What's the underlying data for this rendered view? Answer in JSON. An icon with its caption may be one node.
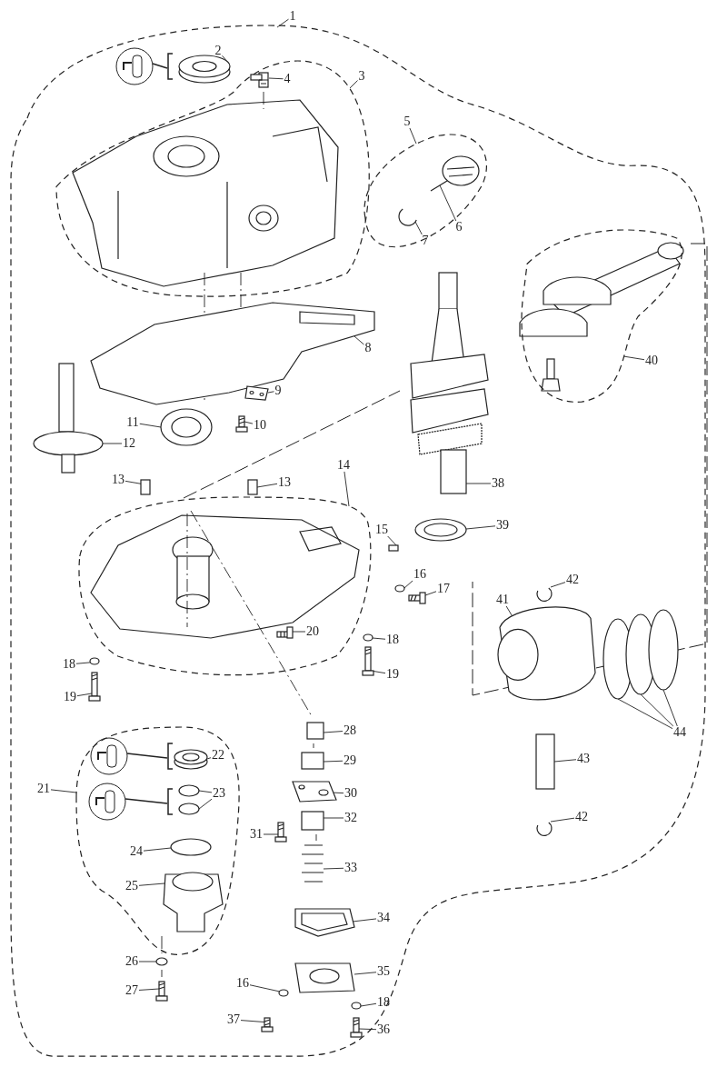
{
  "diagram": {
    "nodes": [
      {
        "text": [],
        "shape": "outline"
      },
      {
        "text": [],
        "shape": "outline",
        "in": 0
      },
      {
        "text": [],
        "shape": "outline",
        "in": 0
      },
      {
        "text": [],
        "shape": "outline",
        "in": 0
      },
      {
        "text": [],
        "shape": "outline",
        "in": 0
      },
      {
        "text": [],
        "shape": "outline",
        "in": 0
      },
      {
        "text": [
          "1"
        ]
      },
      {
        "text": [
          "2"
        ],
        "in": 0
      },
      {
        "text": [
          "4"
        ],
        "in": 1
      },
      {
        "text": [
          "3"
        ],
        "in": 0
      },
      {
        "text": [
          "5"
        ],
        "in": 0
      },
      {
        "text": [
          "6"
        ],
        "in": 2
      },
      {
        "text": [
          "7"
        ],
        "in": 2
      },
      {
        "text": [
          "8"
        ],
        "in": 0
      },
      {
        "text": [
          "9"
        ],
        "in": 0
      },
      {
        "text": [
          "10"
        ],
        "in": 0
      },
      {
        "text": [
          "11"
        ],
        "in": 0
      },
      {
        "text": [
          "12"
        ],
        "in": 0
      },
      {
        "text": [
          "13"
        ],
        "in": 0
      },
      {
        "text": [
          "13"
        ],
        "in": 0
      },
      {
        "text": [
          "14"
        ],
        "in": 0
      },
      {
        "text": [
          "38"
        ],
        "in": 0
      },
      {
        "text": [
          "40"
        ],
        "in": 0
      },
      {
        "text": [
          "15"
        ],
        "in": 0
      },
      {
        "text": [
          "39"
        ],
        "in": 0
      },
      {
        "text": [
          "16"
        ],
        "in": 0
      },
      {
        "text": [
          "17"
        ],
        "in": 0
      },
      {
        "text": [
          "42"
        ],
        "in": 0
      },
      {
        "text": [
          "41"
        ],
        "in": 0
      },
      {
        "text": [
          "18"
        ],
        "in": 0
      },
      {
        "text": [
          "20"
        ],
        "in": 4
      },
      {
        "text": [
          "18"
        ],
        "in": 0
      },
      {
        "text": [
          "19"
        ],
        "in": 0
      },
      {
        "text": [
          "19"
        ],
        "in": 0
      },
      {
        "text": [
          "44"
        ],
        "in": 0
      },
      {
        "text": [
          "28"
        ],
        "in": 0
      },
      {
        "text": [
          "29"
        ],
        "in": 0
      },
      {
        "text": [
          "22"
        ],
        "in": 5
      },
      {
        "text": [
          "21"
        ],
        "in": 0
      },
      {
        "text": [
          "23"
        ],
        "in": 5
      },
      {
        "text": [
          "30"
        ],
        "in": 0
      },
      {
        "text": [
          "43"
        ],
        "in": 0
      },
      {
        "text": [
          "31"
        ],
        "in": 0
      },
      {
        "text": [
          "32"
        ],
        "in": 0
      },
      {
        "text": [
          "24"
        ],
        "in": 5
      },
      {
        "text": [
          "33"
        ],
        "in": 0
      },
      {
        "text": [
          "42"
        ],
        "in": 0
      },
      {
        "text": [
          "25"
        ],
        "in": 5
      },
      {
        "text": [
          "34"
        ],
        "in": 0
      },
      {
        "text": [
          "26"
        ],
        "in": 0
      },
      {
        "text": [
          "35"
        ],
        "in": 0
      },
      {
        "text": [
          "27"
        ],
        "in": 0
      },
      {
        "text": [
          "16"
        ],
        "in": 0
      },
      {
        "text": [
          "18"
        ],
        "in": 0
      },
      {
        "text": [
          "37"
        ],
        "in": 0
      },
      {
        "text": [
          "36"
        ],
        "in": 0
      },
      {
        "text": [],
        "shape": "picture",
        "in": 0
      },
      {
        "text": [],
        "shape": "picture",
        "in": 1
      },
      {
        "text": [],
        "shape": "picture",
        "in": 2
      },
      {
        "text": [],
        "shape": "circle",
        "in": 2
      },
      {
        "text": [],
        "shape": "picture",
        "in": 0
      },
      {
        "text": [],
        "shape": "picture",
        "in": 0
      },
      {
        "text": [],
        "shape": "picture",
        "in": 0
      },
      {
        "text": [],
        "shape": "picture",
        "in": 0
      },
      {
        "text": [],
        "shape": "picture",
        "in": 0
      },
      {
        "text": [],
        "shape": "box",
        "in": 0
      },
      {
        "text": [],
        "shape": "box",
        "in": 0
      },
      {
        "text": [],
        "shape": "picture",
        "in": 0
      },
      {
        "text": [],
        "shape": "box",
        "in": 0
      },
      {
        "text": [],
        "shape": "picture",
        "in": 0
      },
      {
        "text": [],
        "shape": "circle",
        "in": 0
      },
      {
        "text": [],
        "shape": "picture",
        "in": 0
      },
      {
        "text": [],
        "shape": "circle",
        "in": 0
      },
      {
        "text": [],
        "shape": "picture",
        "in": 0
      },
      {
        "text": [],
        "shape": "circle",
        "in": 0
      },
      {
        "text": [],
        "shape": "picture",
        "in": 4
      },
      {
        "text": [],
        "shape": "circle",
        "in": 0
      },
      {
        "text": [],
        "shape": "picture",
        "in": 0
      },
      {
        "text": [],
        "shape": "picture",
        "in": 0
      },
      {
        "text": [],
        "shape": "circle",
        "in": 0
      },
      {
        "text": [],
        "shape": "circle",
        "in": 0
      },
      {
        "text": [],
        "shape": "circle",
        "in": 0
      },
      {
        "text": [],
        "shape": "box",
        "in": 0
      },
      {
        "text": [],
        "shape": "box",
        "in": 0
      },
      {
        "text": [],
        "shape": "picture",
        "in": 5
      },
      {
        "text": [],
        "shape": "circle",
        "in": 5
      },
      {
        "text": [],
        "shape": "circle",
        "in": 5
      },
      {
        "text": [],
        "shape": "picture",
        "in": 0
      },
      {
        "text": [],
        "shape": "box",
        "in": 0
      },
      {
        "text": [],
        "shape": "picture",
        "in": 0
      },
      {
        "text": [],
        "shape": "box",
        "in": 0
      },
      {
        "text": [],
        "shape": "circle",
        "in": 5
      },
      {
        "text": [],
        "shape": "picture",
        "in": 0
      },
      {
        "text": [],
        "shape": "circle",
        "in": 0
      },
      {
        "text": [],
        "shape": "picture",
        "in": 5
      },
      {
        "text": [],
        "shape": "picture",
        "in": 0
      },
      {
        "text": [],
        "shape": "circle",
        "in": 0
      },
      {
        "text": [],
        "shape": "picture",
        "in": 0
      },
      {
        "text": [],
        "shape": "picture",
        "in": 0
      },
      {
        "text": [],
        "shape": "circle",
        "in": 0
      },
      {
        "text": [],
        "shape": "circle",
        "in": 0
      },
      {
        "text": [],
        "shape": "picture",
        "in": 0
      },
      {
        "text": [],
        "shape": "picture",
        "in": 0
      }
    ],
    "edges": [
      {
        "from": 6,
        "to": 0,
        "arrow": "none"
      },
      {
        "from": 7,
        "to": 56,
        "arrow": "none"
      },
      {
        "from": 8,
        "to": 57,
        "arrow": "none"
      },
      {
        "from": 9,
        "to": 1,
        "arrow": "none"
      },
      {
        "from": 10,
        "to": 2,
        "arrow": "none"
      },
      {
        "from": 11,
        "to": 58,
        "arrow": "none"
      },
      {
        "from": 12,
        "to": 59,
        "arrow": "none"
      },
      {
        "from": 13,
        "to": 60,
        "arrow": "none"
      },
      {
        "from": 14,
        "to": 61,
        "arrow": "none"
      },
      {
        "from": 15,
        "to": 62,
        "arrow": "none"
      },
      {
        "from": 16,
        "to": 63,
        "arrow": "none"
      },
      {
        "from": 17,
        "to": 64,
        "arrow": "none"
      },
      {
        "from": 18,
        "to": 65,
        "arrow": "none"
      },
      {
        "from": 19,
        "to": 66,
        "arrow": "none"
      },
      {
        "from": 20,
        "to": 4,
        "arrow": "none"
      },
      {
        "from": 21,
        "to": 67,
        "arrow": "none"
      },
      {
        "from": 22,
        "to": 3,
        "arrow": "none"
      },
      {
        "from": 23,
        "to": 68,
        "arrow": "none"
      },
      {
        "from": 24,
        "to": 69,
        "arrow": "none"
      },
      {
        "from": 25,
        "to": 70,
        "arrow": "none"
      },
      {
        "from": 26,
        "to": 71,
        "arrow": "none"
      },
      {
        "from": 27,
        "to": 72,
        "arrow": "none"
      },
      {
        "from": 28,
        "to": 73,
        "arrow": "none"
      },
      {
        "from": 29,
        "to": 74,
        "arrow": "none"
      },
      {
        "from": 30,
        "to": 75,
        "arrow": "none"
      },
      {
        "from": 31,
        "to": 76,
        "arrow": "none"
      },
      {
        "from": 32,
        "to": 77,
        "arrow": "none"
      },
      {
        "from": 33,
        "to": 78,
        "arrow": "none"
      },
      {
        "from": 34,
        "to": 79,
        "arrow": "none"
      },
      {
        "from": 34,
        "to": 80,
        "arrow": "none"
      },
      {
        "from": 34,
        "to": 81,
        "arrow": "none"
      },
      {
        "from": 35,
        "to": 82,
        "arrow": "none"
      },
      {
        "from": 36,
        "to": 83,
        "arrow": "none"
      },
      {
        "from": 37,
        "to": 84,
        "arrow": "none"
      },
      {
        "from": 38,
        "to": 5,
        "arrow": "none"
      },
      {
        "from": 39,
        "to": 85,
        "arrow": "none"
      },
      {
        "from": 39,
        "to": 86,
        "arrow": "none"
      },
      {
        "from": 40,
        "to": 87,
        "arrow": "none"
      },
      {
        "from": 41,
        "to": 88,
        "arrow": "none"
      },
      {
        "from": 42,
        "to": 89,
        "arrow": "none"
      },
      {
        "from": 43,
        "to": 90,
        "arrow": "none"
      },
      {
        "from": 44,
        "to": 91,
        "arrow": "none"
      },
      {
        "from": 45,
        "to": 92,
        "arrow": "none"
      },
      {
        "from": 46,
        "to": 93,
        "arrow": "none"
      },
      {
        "from": 47,
        "to": 94,
        "arrow": "none"
      },
      {
        "from": 48,
        "to": 95,
        "arrow": "none"
      },
      {
        "from": 49,
        "to": 96,
        "arrow": "none"
      },
      {
        "from": 50,
        "to": 97,
        "arrow": "none"
      },
      {
        "from": 51,
        "to": 98,
        "arrow": "none"
      },
      {
        "from": 52,
        "to": 99,
        "arrow": "none"
      },
      {
        "from": 53,
        "to": 100,
        "arrow": "none"
      },
      {
        "from": 54,
        "to": 101,
        "arrow": "none"
      },
      {
        "from": 55,
        "to": 102,
        "arrow": "none"
      }
    ]
  }
}
